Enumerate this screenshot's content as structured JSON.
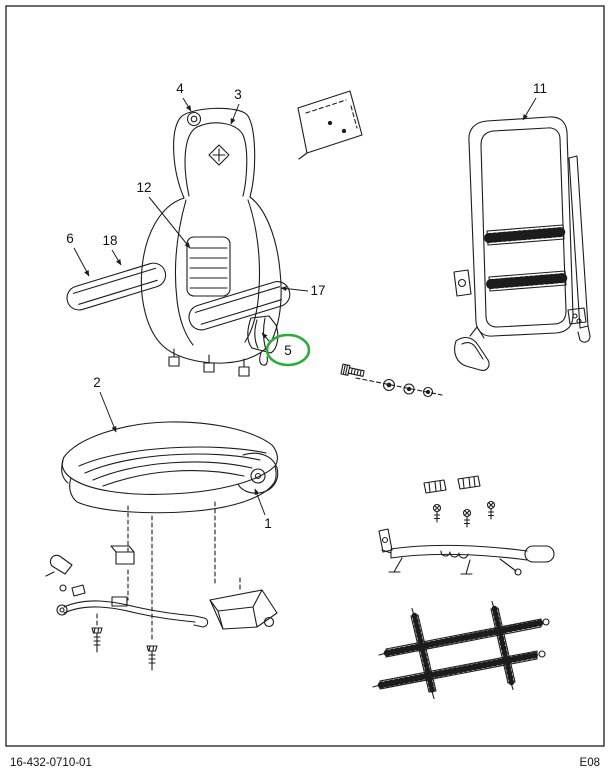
{
  "document": {
    "number": "16-432-0710-01",
    "page_code": "E08"
  },
  "diagram": {
    "line_color": "#1c1c1c",
    "highlight": {
      "color": "#2faa3c",
      "item": "5"
    }
  },
  "callouts": {
    "c1": {
      "label": "1"
    },
    "c2": {
      "label": "2"
    },
    "c3": {
      "label": "3"
    },
    "c4": {
      "label": "4"
    },
    "c5": {
      "label": "5"
    },
    "c6": {
      "label": "6"
    },
    "c11": {
      "label": "11"
    },
    "c12": {
      "label": "12"
    },
    "c17": {
      "label": "17"
    },
    "c18": {
      "label": "18"
    }
  }
}
